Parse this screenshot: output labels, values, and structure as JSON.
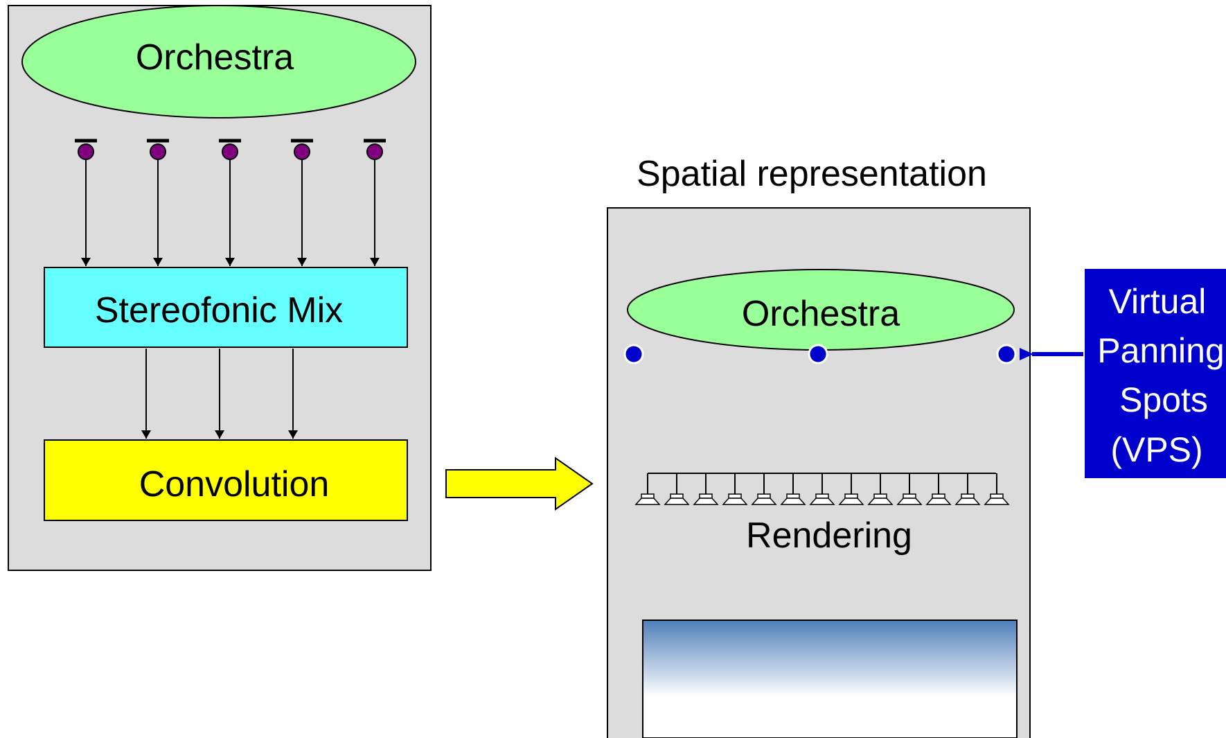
{
  "left_panel": {
    "orchestra_label": "Orchestra",
    "mix_label": "Stereofonic Mix",
    "convolution_label": "Convolution"
  },
  "right_panel": {
    "title": "Spatial representation",
    "orchestra_label": "Orchestra",
    "rendering_label": "Rendering"
  },
  "vps_box": {
    "lines": [
      "Virtual",
      "Panning",
      "Spots",
      "(VPS)"
    ]
  },
  "colors": {
    "panel_fill": "#dcdcdc",
    "orchestra_fill": "#99ff99",
    "mix_fill": "#66ffff",
    "convolution_fill": "#ffff00",
    "mic_fill": "#800080",
    "vps_fill": "#0000cc",
    "spot_fill": "#0000cc",
    "screen_top": "#4f7fba"
  }
}
